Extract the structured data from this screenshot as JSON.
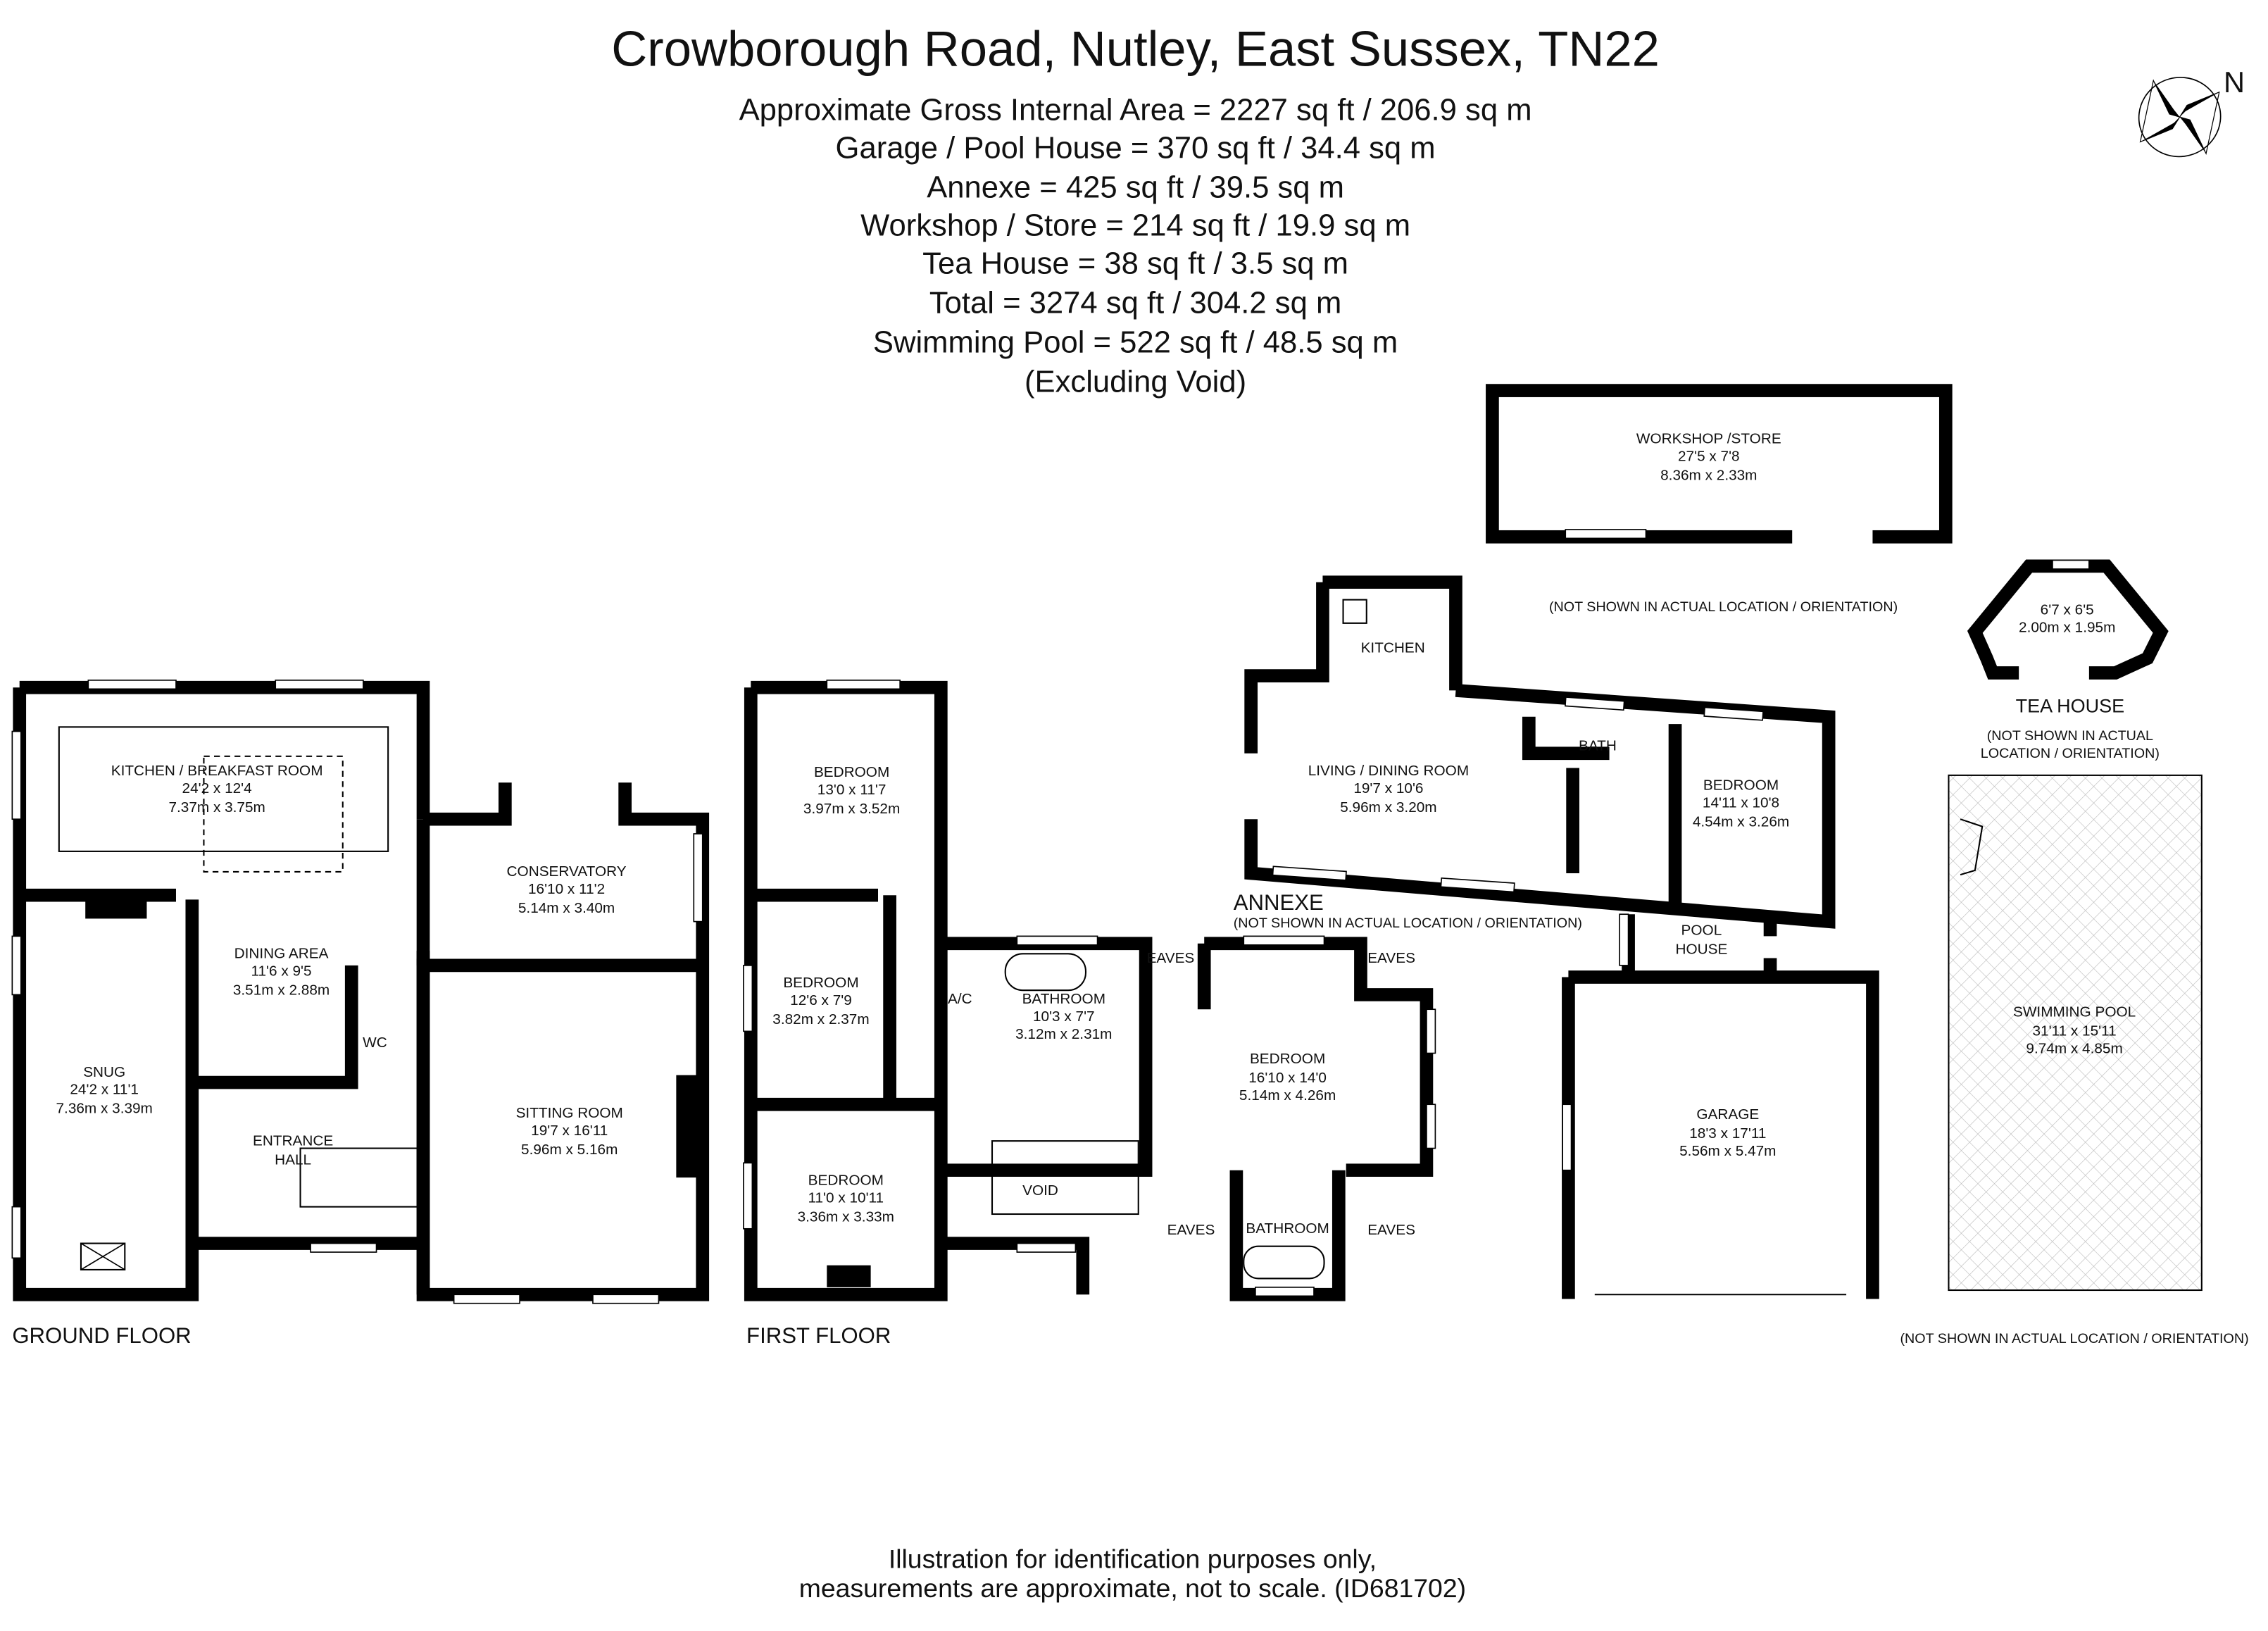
{
  "header": {
    "title": "Crowborough Road, Nutley, East Sussex, TN22",
    "areas": [
      "Approximate Gross Internal Area = 2227 sq ft / 206.9 sq m",
      "Garage / Pool House = 370 sq ft /  34.4 sq m",
      "Annexe = 425 sq ft /  39.5 sq m",
      "Workshop / Store = 214 sq ft /  19.9 sq m",
      "Tea House = 38 sq ft /  3.5 sq m",
      "Total = 3274 sq ft /  304.2 sq m",
      "Swimming Pool = 522 sq ft /  48.5 sq m",
      "(Excluding Void)"
    ]
  },
  "compass": {
    "label": "N",
    "icon": "compass-rose-icon"
  },
  "ground_floor": {
    "label": "GROUND FLOOR",
    "rooms": [
      {
        "name": "KITCHEN / BREAKFAST ROOM",
        "imperial": "24'2 x 12'4",
        "metric": "7.37m x 3.75m"
      },
      {
        "name": "DINING AREA",
        "imperial": "11'6 x 9'5",
        "metric": "3.51m x 2.88m"
      },
      {
        "name": "SNUG",
        "imperial": "24'2 x 11'1",
        "metric": "7.36m x 3.39m"
      },
      {
        "name": "ENTRANCE",
        "name2": "HALL"
      },
      {
        "name": "WC"
      },
      {
        "name": "CONSERVATORY",
        "imperial": "16'10 x 11'2",
        "metric": "5.14m x 3.40m"
      },
      {
        "name": "SITTING ROOM",
        "imperial": "19'7 x 16'11",
        "metric": "5.96m x 5.16m"
      }
    ]
  },
  "first_floor": {
    "label": "FIRST FLOOR",
    "rooms": [
      {
        "name": "BEDROOM",
        "imperial": "13'0 x 11'7",
        "metric": "3.97m x 3.52m"
      },
      {
        "name": "BEDROOM",
        "imperial": "12'6 x 7'9",
        "metric": "3.82m x 2.37m"
      },
      {
        "name": "BEDROOM",
        "imperial": "11'0 x 10'11",
        "metric": "3.36m x 3.33m"
      },
      {
        "name": "A/C"
      },
      {
        "name": "BATHROOM",
        "imperial": "10'3 x 7'7",
        "metric": "3.12m x 2.31m"
      },
      {
        "name": "VOID"
      },
      {
        "name": "BEDROOM",
        "imperial": "16'10 x 14'0",
        "metric": "5.14m x 4.26m"
      },
      {
        "name": "BATHROOM"
      }
    ],
    "eaves": [
      "EAVES",
      "EAVES",
      "EAVES",
      "EAVES"
    ]
  },
  "annexe": {
    "label": "ANNEXE",
    "note": "(NOT SHOWN IN ACTUAL LOCATION / ORIENTATION)",
    "rooms": [
      {
        "name": "KITCHEN"
      },
      {
        "name": "LIVING / DINING ROOM",
        "imperial": "19'7 x 10'6",
        "metric": "5.96m x 3.20m"
      },
      {
        "name": "BATH"
      },
      {
        "name": "BEDROOM",
        "imperial": "14'11 x 10'8",
        "metric": "4.54m x 3.26m"
      }
    ]
  },
  "pool_house": {
    "name": "POOL",
    "name2": "HOUSE"
  },
  "garage": {
    "name": "GARAGE",
    "imperial": "18'3 x 17'11",
    "metric": "5.56m x 5.47m"
  },
  "workshop": {
    "name": "WORKSHOP /STORE",
    "imperial": "27'5 x 7'8",
    "metric": "8.36m x 2.33m",
    "note": "(NOT SHOWN IN ACTUAL LOCATION / ORIENTATION)"
  },
  "tea_house": {
    "imperial": "6'7 x 6'5",
    "metric": "2.00m x 1.95m",
    "label": "TEA HOUSE",
    "note1": "(NOT SHOWN IN ACTUAL",
    "note2": "LOCATION / ORIENTATION)"
  },
  "swimming_pool": {
    "name": "SWIMMING POOL",
    "imperial": "31'11 x 15'11",
    "metric": "9.74m x 4.85m",
    "note": "(NOT SHOWN IN ACTUAL LOCATION / ORIENTATION)"
  },
  "footer": {
    "line1": "Illustration for identification purposes only,",
    "line2": "measurements are approximate, not to scale. (ID681702)"
  }
}
